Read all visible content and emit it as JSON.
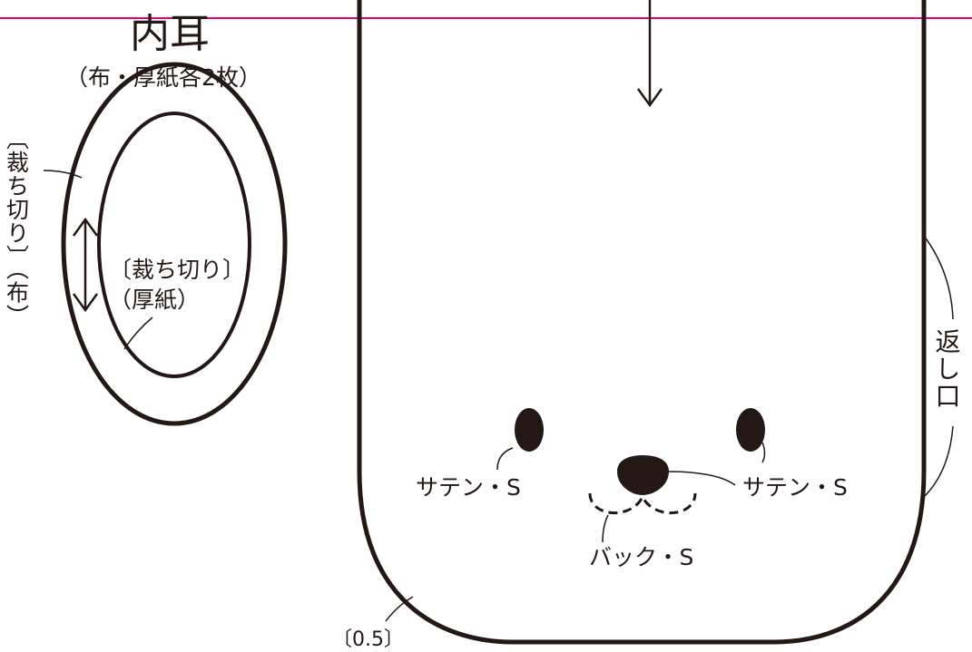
{
  "colors": {
    "ink": "#231815",
    "guide_line": "#e4007f",
    "background": "#ffffff"
  },
  "inner_ear": {
    "title": "内耳",
    "subtitle": "（布・厚紙各2枚）",
    "cut_cloth_label": "〔裁ち切り〕（布）",
    "cut_card_label_1": "〔裁ち切り〕",
    "cut_card_label_2": "（厚紙）"
  },
  "body_piece": {
    "opening_label": "返し口",
    "seam_allowance_label": "〔0.5〕",
    "left_eye_label": "サテン・S",
    "nose_label": "サテン・S",
    "mouth_label": "バック・S"
  }
}
